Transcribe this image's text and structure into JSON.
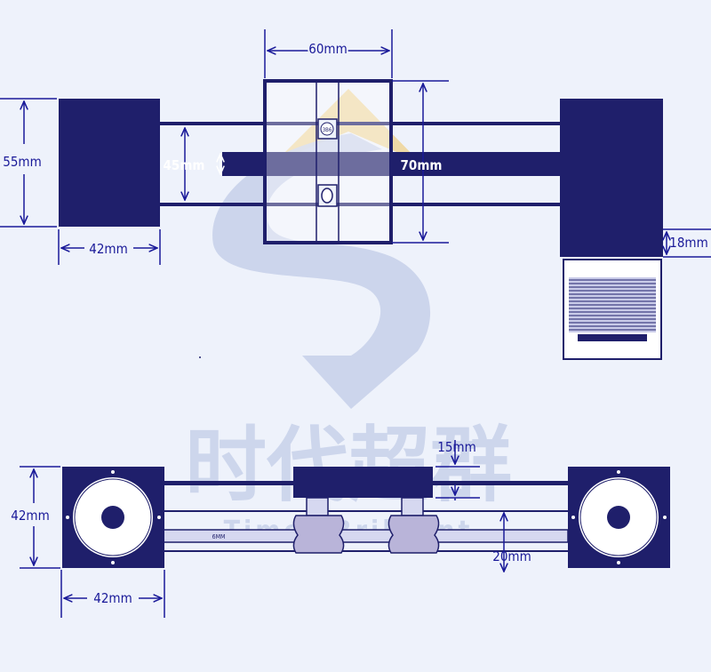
{
  "colors": {
    "background": "#eef2fb",
    "motor": "#1f1f6b",
    "rail": "#1f1f6b",
    "dimension": "#1a1a99",
    "watermark_blue": "#c8d2ea",
    "watermark_gold": "#efd9a6",
    "block_fill": "#b9b4d9"
  },
  "top_view": {
    "carriage_width": "60mm",
    "left_motor_height": "55mm",
    "left_motor_width": "42mm",
    "rail_spacing": "45mm",
    "carriage_height": "70mm",
    "side_motor_offset": "18mm",
    "bearing_label": "3B6"
  },
  "side_view": {
    "motor_height": "42mm",
    "motor_width": "42mm",
    "carriage_thickness": "15mm",
    "rail_height": "20mm",
    "rod_label": "6MM"
  },
  "watermark": {
    "chinese": "时代超群",
    "english": "Times Brilliant"
  }
}
